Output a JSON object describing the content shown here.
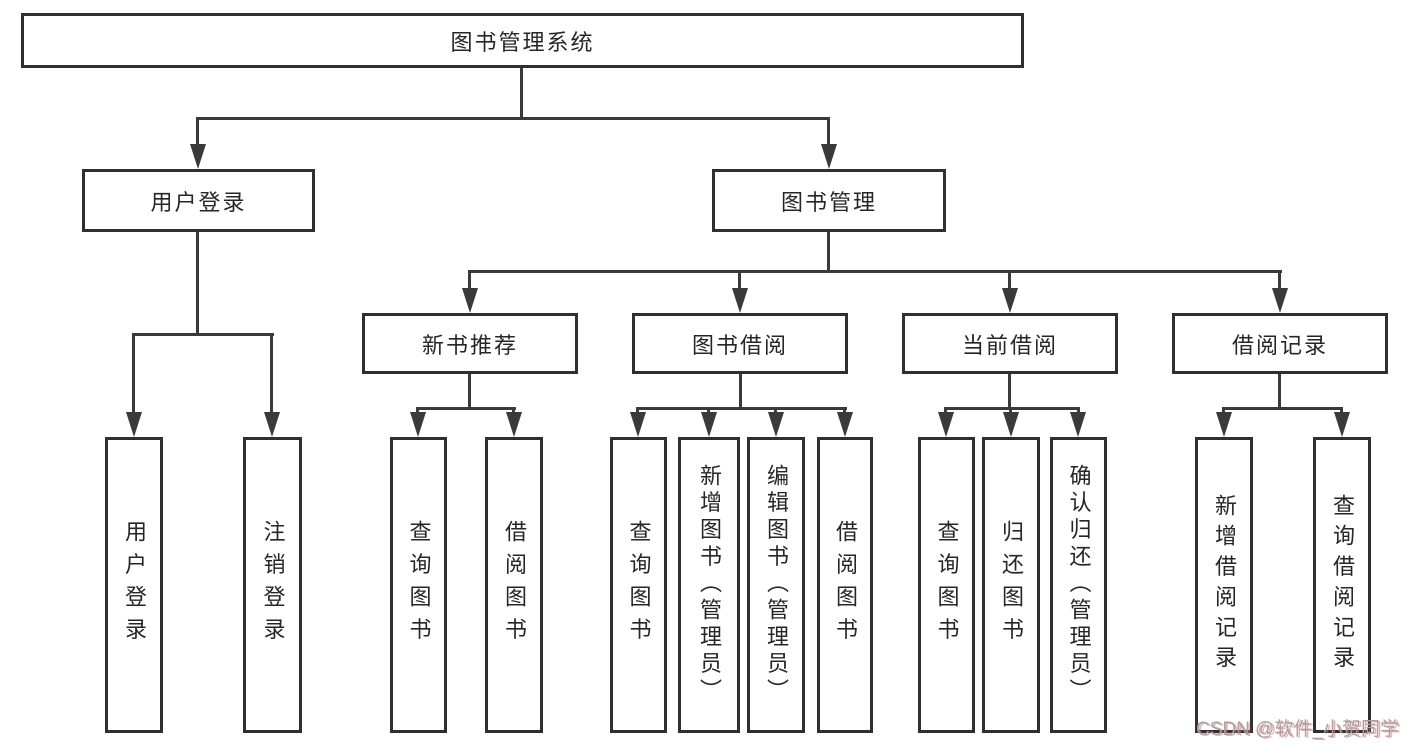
{
  "diagram": {
    "nodes": {
      "root": "图书管理系统",
      "user_login": "用户登录",
      "book_mgmt": "图书管理",
      "new_books": "新书推荐",
      "book_borrow": "图书借阅",
      "current_borrow": "当前借阅",
      "borrow_records": "借阅记录",
      "leaves": {
        "user_login": [
          "用户登录",
          "注销登录"
        ],
        "new_books": [
          "查询图书",
          "借阅图书"
        ],
        "book_borrow": [
          "查询图书",
          "新增图书（管理员）",
          "编辑图书（管理员）",
          "借阅图书"
        ],
        "current_borrow": [
          "查询图书",
          "归还图书",
          "确认归还（管理员）"
        ],
        "borrow_records": [
          "新增借阅记录",
          "查询借阅记录"
        ]
      }
    },
    "colors": {
      "line": "#3a3a3a",
      "box_border": "#2f2f2f",
      "text": "#262626",
      "background": "#ffffff",
      "watermark": "#a3a3a3",
      "watermark_shadow": "#de6e6e"
    }
  },
  "watermark": {
    "text": "CSDN @软件_小贺同学"
  }
}
